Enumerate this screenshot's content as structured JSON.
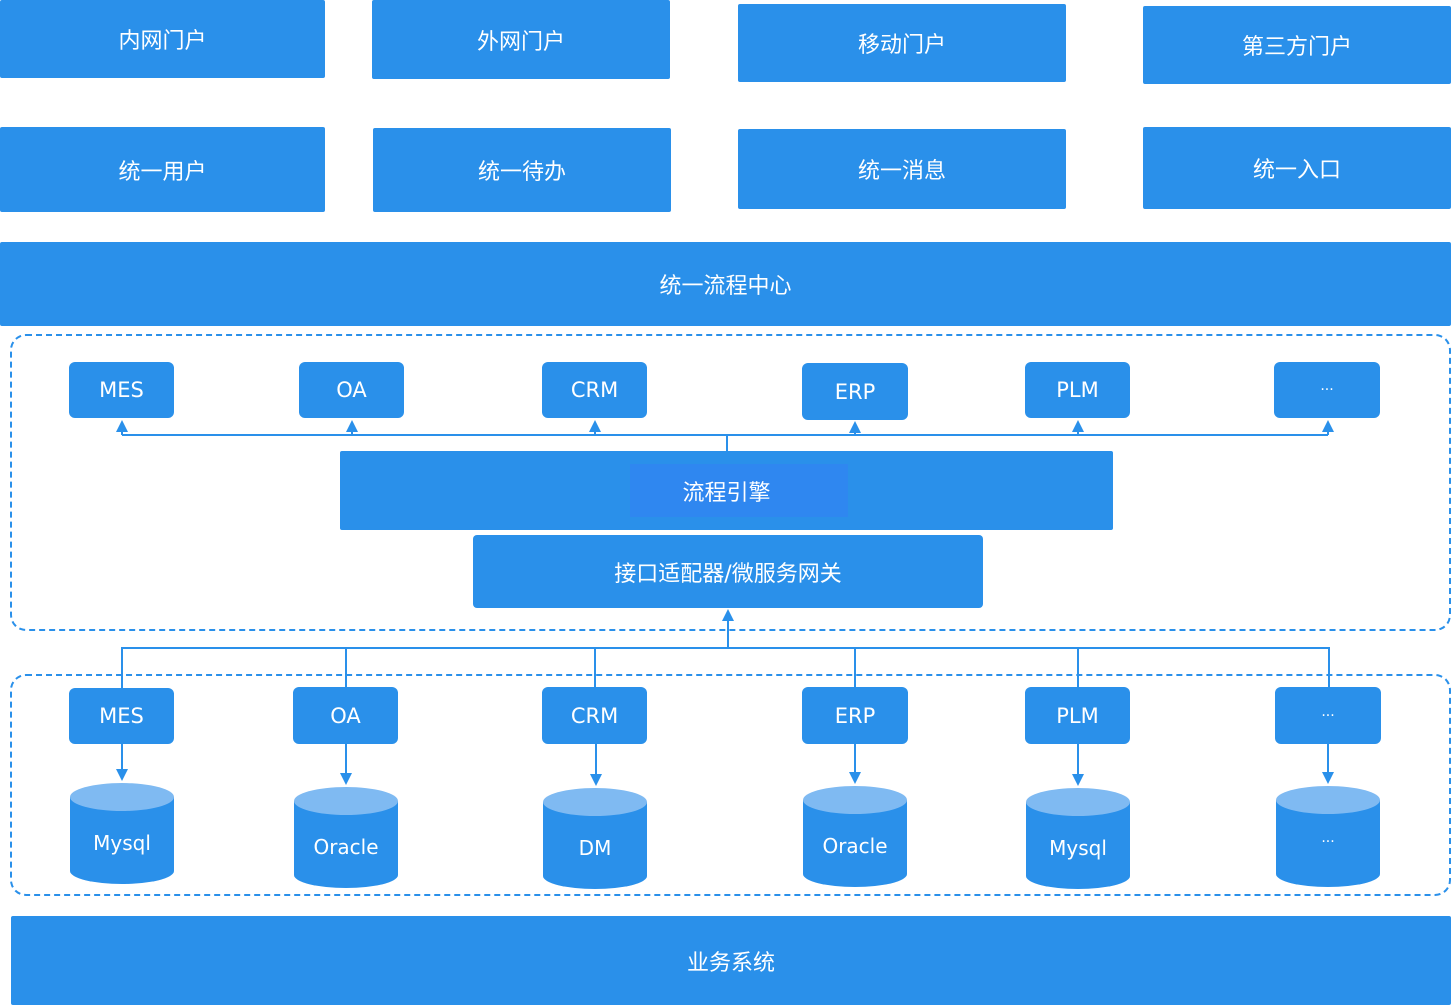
{
  "portals": [
    "内网门户",
    "外网门户",
    "移动门户",
    "第三方门户"
  ],
  "unified_services": [
    "统一用户",
    "统一待办",
    "统一消息",
    "统一入口"
  ],
  "process_center": "统一流程中心",
  "engine_layer": {
    "target_systems": [
      "MES",
      "OA",
      "CRM",
      "ERP",
      "PLM",
      "···"
    ],
    "process_engine": "流程引擎",
    "gateway": "接口适配器/微服务网关"
  },
  "business_layer": {
    "systems": [
      {
        "name": "MES",
        "database": "Mysql"
      },
      {
        "name": "OA",
        "database": "Oracle"
      },
      {
        "name": "CRM",
        "database": "DM"
      },
      {
        "name": "ERP",
        "database": "Oracle"
      },
      {
        "name": "PLM",
        "database": "Mysql"
      },
      {
        "name": "···",
        "database": "···"
      }
    ]
  },
  "business_system": "业务系统",
  "colors": {
    "primary": "#2a90ea",
    "db_top": "#7fbaf2",
    "line": "#2a90ea"
  }
}
